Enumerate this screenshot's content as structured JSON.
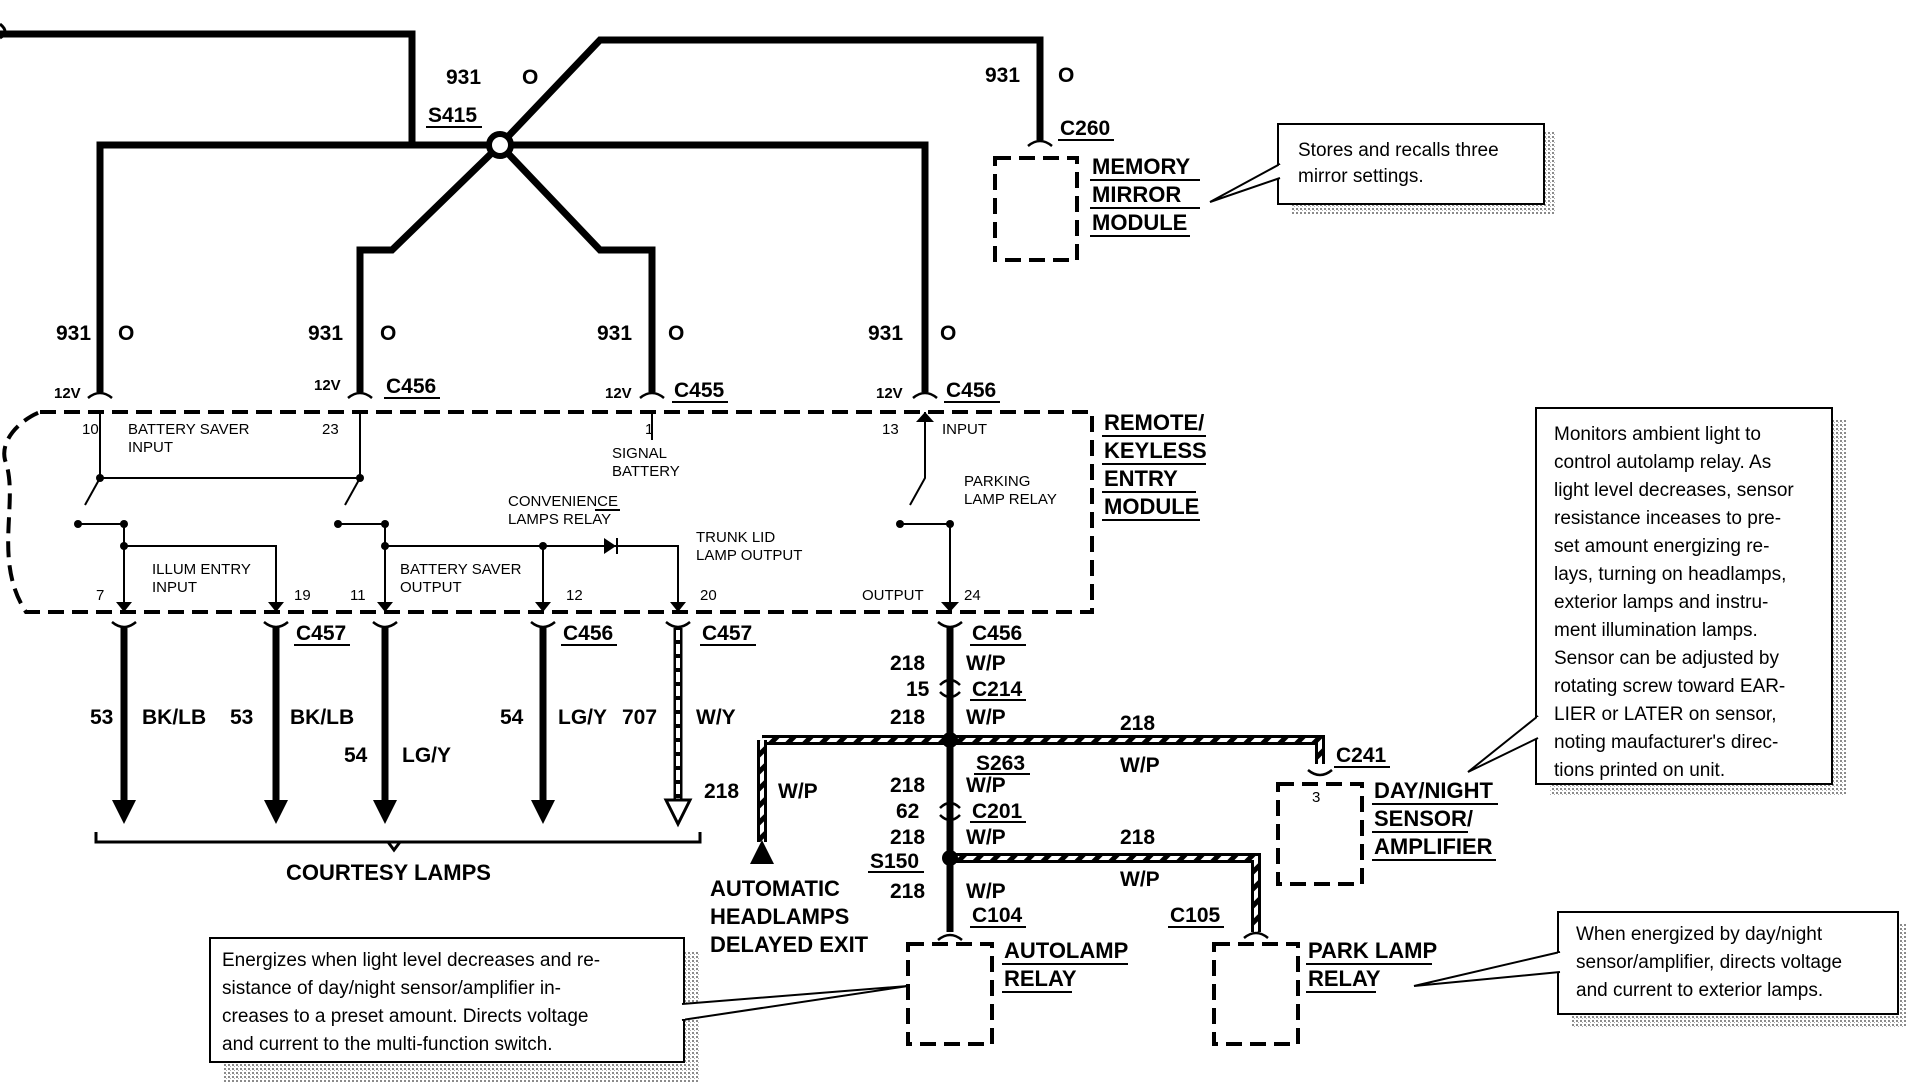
{
  "wire_labels": {
    "c931": "931",
    "o": "O",
    "c218": "218",
    "c15": "15",
    "c62": "62",
    "c53": "53",
    "c54": "54",
    "c707": "707",
    "wp": "W/P",
    "bklb": "BK/LB",
    "lgy": "LG/Y",
    "wy": "W/Y",
    "v12": "12V"
  },
  "splices": {
    "s415": "S415",
    "s263": "S263",
    "s150": "S150"
  },
  "connectors": {
    "c260": "C260",
    "c456": "C456",
    "c455": "C455",
    "c457": "C457",
    "c214": "C214",
    "c241": "C241",
    "c201": "C201",
    "c104": "C104",
    "c105": "C105"
  },
  "components": {
    "memory_mirror": [
      "MEMORY",
      "MIRROR",
      "MODULE"
    ],
    "rke": [
      "REMOTE/",
      "KEYLESS",
      "ENTRY",
      "MODULE"
    ],
    "day_night": [
      "DAY/NIGHT",
      "SENSOR/",
      "AMPLIFIER"
    ],
    "autolamp": [
      "AUTOLAMP",
      "RELAY"
    ],
    "park_lamp": [
      "PARK LAMP",
      "RELAY"
    ],
    "courtesy": "COURTESY LAMPS",
    "delayed_exit": [
      "AUTOMATIC",
      "HEADLAMPS",
      "DELAYED EXIT"
    ]
  },
  "module_internal": {
    "pins": {
      "p10": "10",
      "p23": "23",
      "p1": "1",
      "p13": "13",
      "p7": "7",
      "p19": "19",
      "p11": "11",
      "p12": "12",
      "p20": "20",
      "p24": "24",
      "p3": "3"
    },
    "battery_saver_input": [
      "BATTERY SAVER",
      "INPUT"
    ],
    "signal_battery": [
      "SIGNAL",
      "BATTERY"
    ],
    "input": "INPUT",
    "parking_relay": [
      "PARKING",
      "LAMP RELAY"
    ],
    "conv_relay": [
      "CONVENIENCE",
      "LAMPS RELAY"
    ],
    "trunk_lid": [
      "TRUNK LID",
      "LAMP OUTPUT"
    ],
    "illum_entry": [
      "ILLUM ENTRY",
      "INPUT"
    ],
    "battery_saver_output": [
      "BATTERY SAVER",
      "OUTPUT"
    ],
    "output": "OUTPUT"
  },
  "notes": {
    "mirror": [
      "Stores and recalls three",
      "mirror settings."
    ],
    "sensor": [
      "Monitors ambient light to",
      "control autolamp relay. As",
      "light level decreases, sensor",
      "resistance inceases to pre-",
      "set amount energizing re-",
      "lays, turning on headlamps,",
      "exterior lamps and instru-",
      "ment illumination lamps.",
      "Sensor can be adjusted by",
      "rotating screw toward EAR-",
      "LIER or LATER on sensor,",
      "noting maufacturer's direc-",
      "tions printed on unit."
    ],
    "autolamp": [
      "Energizes when light level decreases and re-",
      "sistance of day/night sensor/amplifier in-",
      "creases to a preset amount. Directs voltage",
      "and current to the multi-function switch."
    ],
    "park": [
      "When energized by day/night",
      "sensor/amplifier, directs voltage",
      "and current to exterior lamps."
    ]
  }
}
